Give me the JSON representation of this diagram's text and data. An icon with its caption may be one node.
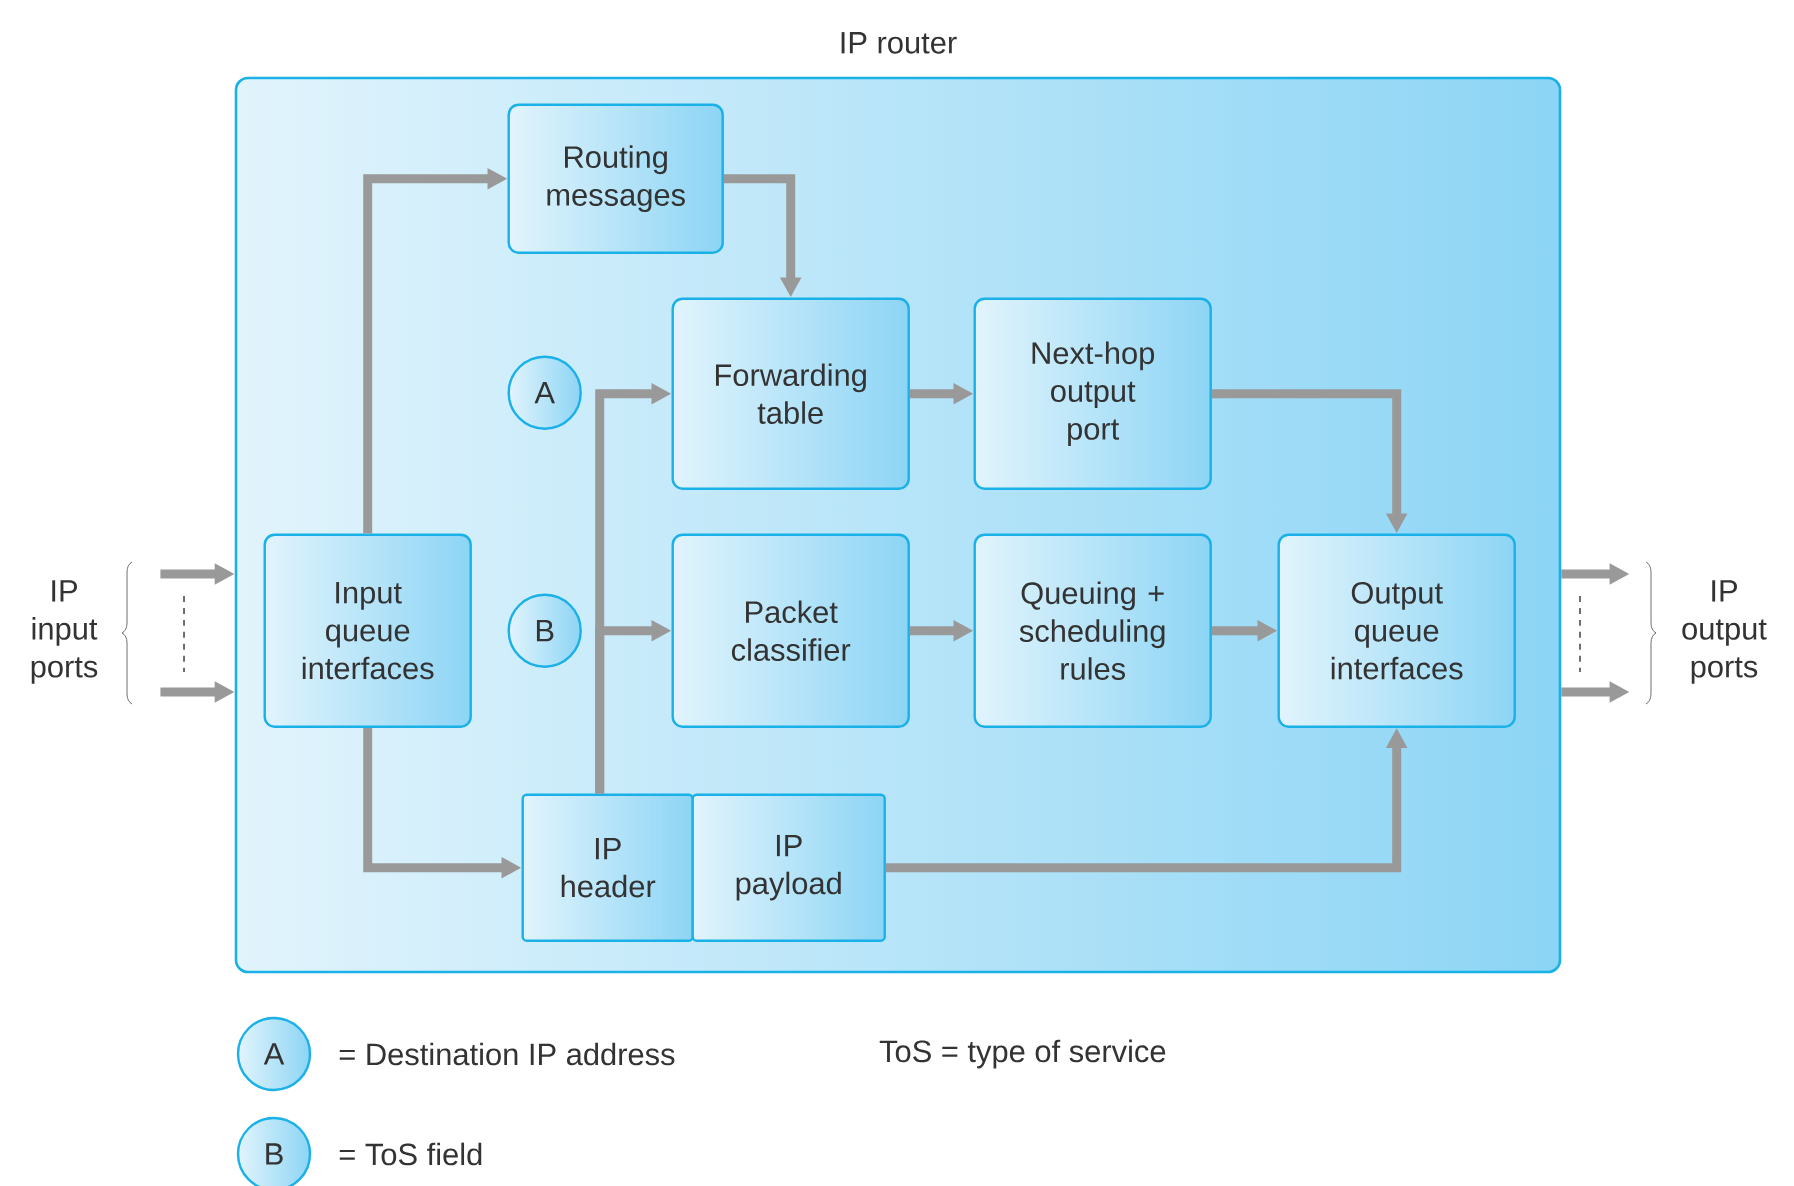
{
  "diagram": {
    "nodes": [
      {
        "text": [
          "IP router"
        ]
      },
      {
        "text": [
          "Routing messages"
        ],
        "in": 0
      },
      {
        "text": [
          "A"
        ],
        "in": 0
      },
      {
        "text": [
          "Forwarding table"
        ],
        "in": 0
      },
      {
        "text": [
          "Next-hop output port"
        ],
        "in": 0
      },
      {
        "text": [
          "Input queue interfaces"
        ],
        "in": 0
      },
      {
        "text": [
          "B"
        ],
        "in": 0
      },
      {
        "text": [
          "Packet classifier"
        ],
        "in": 0
      },
      {
        "text": [
          "Queuing + scheduling rules"
        ],
        "in": 0
      },
      {
        "text": [
          "Output queue interfaces"
        ],
        "in": 0
      },
      {
        "text": [
          "IP header"
        ],
        "in": 0
      },
      {
        "text": [
          "IP payload"
        ],
        "in": 0
      },
      {
        "text": [
          "IP input ports"
        ]
      },
      {
        "text": [
          "IP output ports"
        ]
      },
      {
        "text": [
          "A"
        ],
        "beside": [
          "= Destination IP address"
        ]
      },
      {
        "text": [
          "B"
        ],
        "beside": [
          "= ToS field"
        ]
      }
    ],
    "edges": [
      {
        "from": 5,
        "to": 1,
        "arrow": "to"
      },
      {
        "from": 1,
        "to": 3,
        "arrow": "to"
      },
      {
        "from": 5,
        "to": 10,
        "arrow": "to"
      },
      {
        "from": 10,
        "to": 3,
        "arrow": "to"
      },
      {
        "from": 10,
        "to": 7,
        "arrow": "to"
      },
      {
        "from": 3,
        "to": 4,
        "arrow": "to"
      },
      {
        "from": 4,
        "to": 9,
        "arrow": "to"
      },
      {
        "from": 7,
        "to": 8,
        "arrow": "to"
      },
      {
        "from": 8,
        "to": 9,
        "arrow": "to"
      },
      {
        "from": 11,
        "to": 9,
        "arrow": "to"
      },
      {
        "from": 12,
        "to": 0,
        "arrow": "to"
      },
      {
        "from": 12,
        "to": 0,
        "arrow": "to"
      },
      {
        "from": 0,
        "to": 13,
        "arrow": "to"
      },
      {
        "from": 0,
        "to": 13,
        "arrow": "to"
      }
    ],
    "labels": [
      "ToS = type of service"
    ]
  }
}
